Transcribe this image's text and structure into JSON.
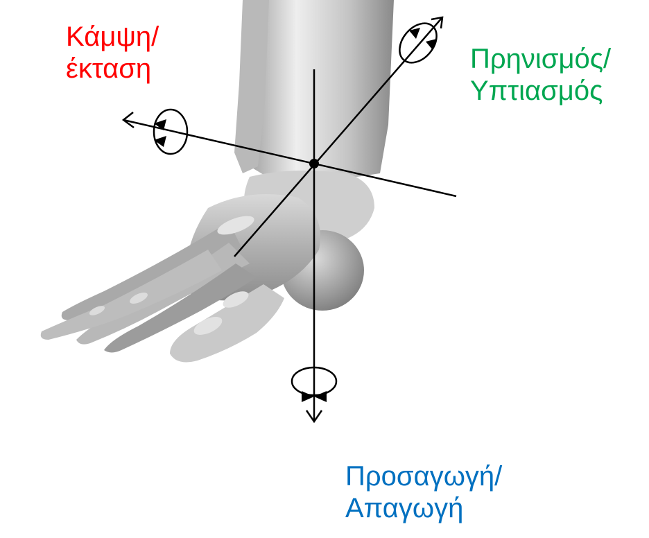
{
  "labels": {
    "flexion_extension": {
      "line1": "Κάμψη/",
      "line2": "έκταση",
      "color": "#ff0000"
    },
    "pronation_supination": {
      "line1": "Πρηνισμός/",
      "line2": "Υπτιασμός",
      "color": "#00a650"
    },
    "adduction_abduction": {
      "line1": "Προσαγωγή/",
      "line2": "Απαγωγή",
      "color": "#0070c0"
    }
  },
  "colors": {
    "axis": "#000000",
    "bone_light": "#e6e6e6",
    "bone_mid": "#bdbdbd",
    "bone_dark": "#8c8c8c"
  }
}
